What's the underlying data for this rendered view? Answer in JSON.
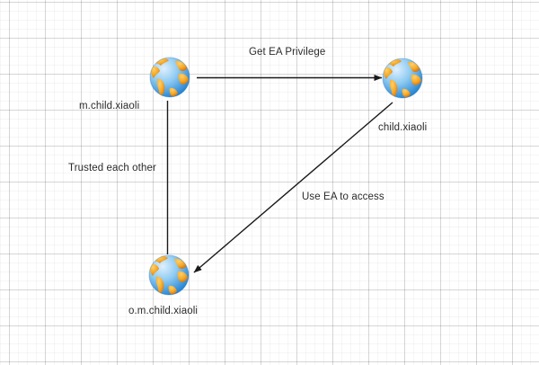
{
  "diagram": {
    "background": "#ffffff",
    "grid_color": "#e8e8e8",
    "line_color": "#1a1a1a",
    "text_color": "#2b2b2b",
    "nodes": [
      {
        "id": "m-child-xiaoli",
        "label": "m.child.xiaoli",
        "icon": "globe-icon"
      },
      {
        "id": "child-xiaoli",
        "label": "child.xiaoli",
        "icon": "globe-icon"
      },
      {
        "id": "o-m-child-xiaoli",
        "label": "o.m.child.xiaoli",
        "icon": "globe-icon"
      }
    ],
    "edges": [
      {
        "id": "get-ea-privilege",
        "label": "Get EA Privilege",
        "from": "m.child.xiaoli",
        "to": "child.xiaoli",
        "arrow": "single"
      },
      {
        "id": "trusted-each-other",
        "label": "Trusted each other",
        "from": "m.child.xiaoli",
        "to": "o.m.child.xiaoli",
        "arrow": "none"
      },
      {
        "id": "use-ea-to-access",
        "label": "Use EA to access",
        "from": "child.xiaoli",
        "to": "o.m.child.xiaoli",
        "arrow": "single"
      }
    ],
    "globe_colors": {
      "ocean_light": "#bfe0f7",
      "ocean_mid": "#3aa3e8",
      "ocean_deep": "#1d7fd0",
      "land_light": "#fcc24a",
      "land_mid": "#f5a623",
      "land_dark": "#d4700d"
    }
  }
}
